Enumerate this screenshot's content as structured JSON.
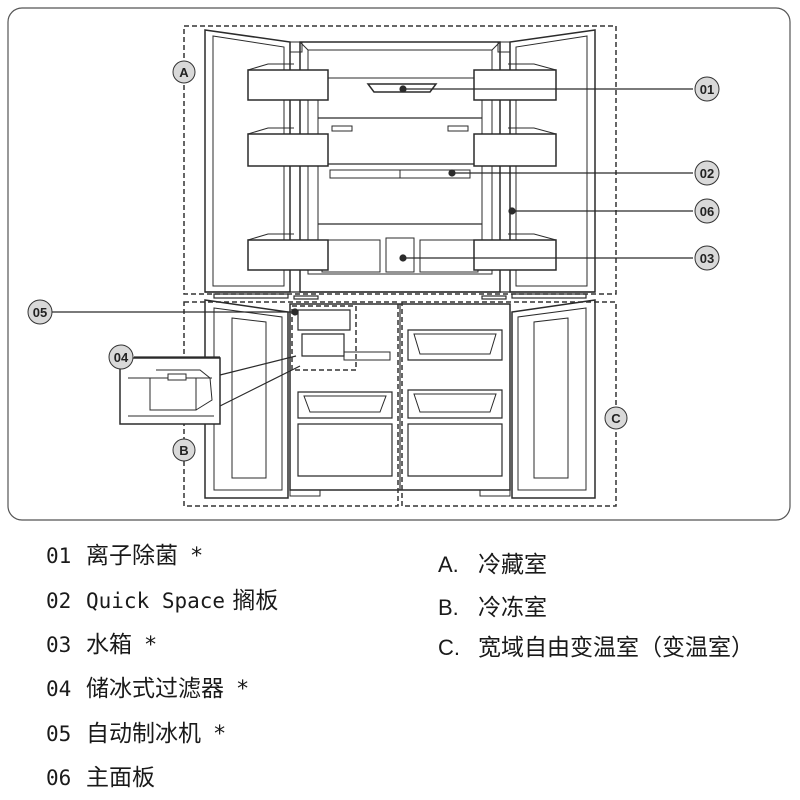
{
  "callouts": [
    {
      "id": "01",
      "label": "01"
    },
    {
      "id": "02",
      "label": "02"
    },
    {
      "id": "03",
      "label": "03"
    },
    {
      "id": "04",
      "label": "04"
    },
    {
      "id": "05",
      "label": "05"
    },
    {
      "id": "06",
      "label": "06"
    }
  ],
  "zones": [
    {
      "id": "A",
      "label": "A"
    },
    {
      "id": "B",
      "label": "B"
    },
    {
      "id": "C",
      "label": "C"
    }
  ],
  "legend_items": [
    {
      "num": "01",
      "text": "离子除菌",
      "latin": "",
      "star": "*"
    },
    {
      "num": "02",
      "text": "搁板",
      "latin": "Quick Space",
      "star": ""
    },
    {
      "num": "03",
      "text": "水箱",
      "latin": "",
      "star": "*"
    },
    {
      "num": "04",
      "text": "储冰式过滤器",
      "latin": "",
      "star": "*"
    },
    {
      "num": "05",
      "text": "自动制冰机",
      "latin": "",
      "star": "*"
    },
    {
      "num": "06",
      "text": "主面板",
      "latin": "",
      "star": ""
    }
  ],
  "zone_legend": [
    {
      "letter": "A.",
      "text": "冷藏室"
    },
    {
      "letter": "B.",
      "text": "冷冻室"
    },
    {
      "letter": "C.",
      "text": "宽域自由变温室（变温室）"
    }
  ],
  "colors": {
    "line": "#2b2b2b",
    "callout_fill": "#d9d9d9",
    "frame": "#444444"
  }
}
